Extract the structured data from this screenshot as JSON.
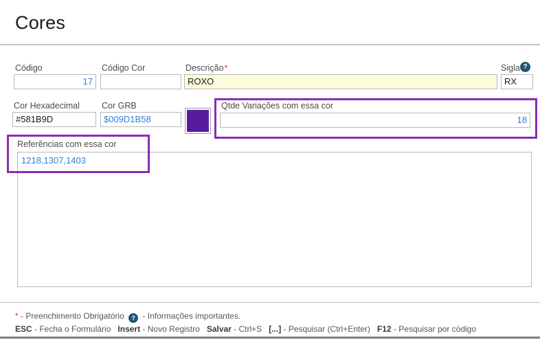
{
  "header": {
    "title": "Cores"
  },
  "form": {
    "codigo": {
      "label": "Código",
      "value": "17",
      "placeholder": ""
    },
    "codigo_cor": {
      "label": "Código Cor",
      "value": "",
      "placeholder": ""
    },
    "descricao": {
      "label": "Descrição",
      "required_marker": "*",
      "value": "ROXO",
      "placeholder": ""
    },
    "sigla": {
      "label": "Sigla",
      "value": "RX",
      "placeholder": "",
      "help_icon": "?"
    },
    "cor_hexadecimal": {
      "label": "Cor Hexadecimal",
      "value": "#581B9D",
      "placeholder": ""
    },
    "cor_grb": {
      "label": "Cor GRB",
      "value": "$009D1B58",
      "placeholder": ""
    },
    "color_preview": {
      "label": "color-preview",
      "color": "#581B9D"
    },
    "qtde_variacoes": {
      "label": "Qtde Variações com essa cor",
      "value": "18",
      "placeholder": ""
    },
    "referencias": {
      "label": "Referências com essa cor",
      "value": "1218,1307,1403",
      "placeholder": ""
    }
  },
  "annotations": {
    "color": "#8B2BB5",
    "boxes": [
      "qtde-variacoes-highlight",
      "referencias-highlight"
    ]
  },
  "footer": {
    "line1": {
      "star": "*",
      "star_text": "- Preenchimento Obrigatório",
      "help_icon": "?",
      "help_text": "- Informações importantes."
    },
    "line2": [
      {
        "key": "ESC",
        "desc": "- Fecha o Formulário"
      },
      {
        "key": "Insert",
        "desc": "- Novo Registro"
      },
      {
        "key": "Salvar",
        "desc": "- Ctrl+S"
      },
      {
        "key": "[...]",
        "desc": "- Pesquisar (Ctrl+Enter)"
      },
      {
        "key": "F12",
        "desc": "- Pesquisar por código"
      }
    ]
  }
}
